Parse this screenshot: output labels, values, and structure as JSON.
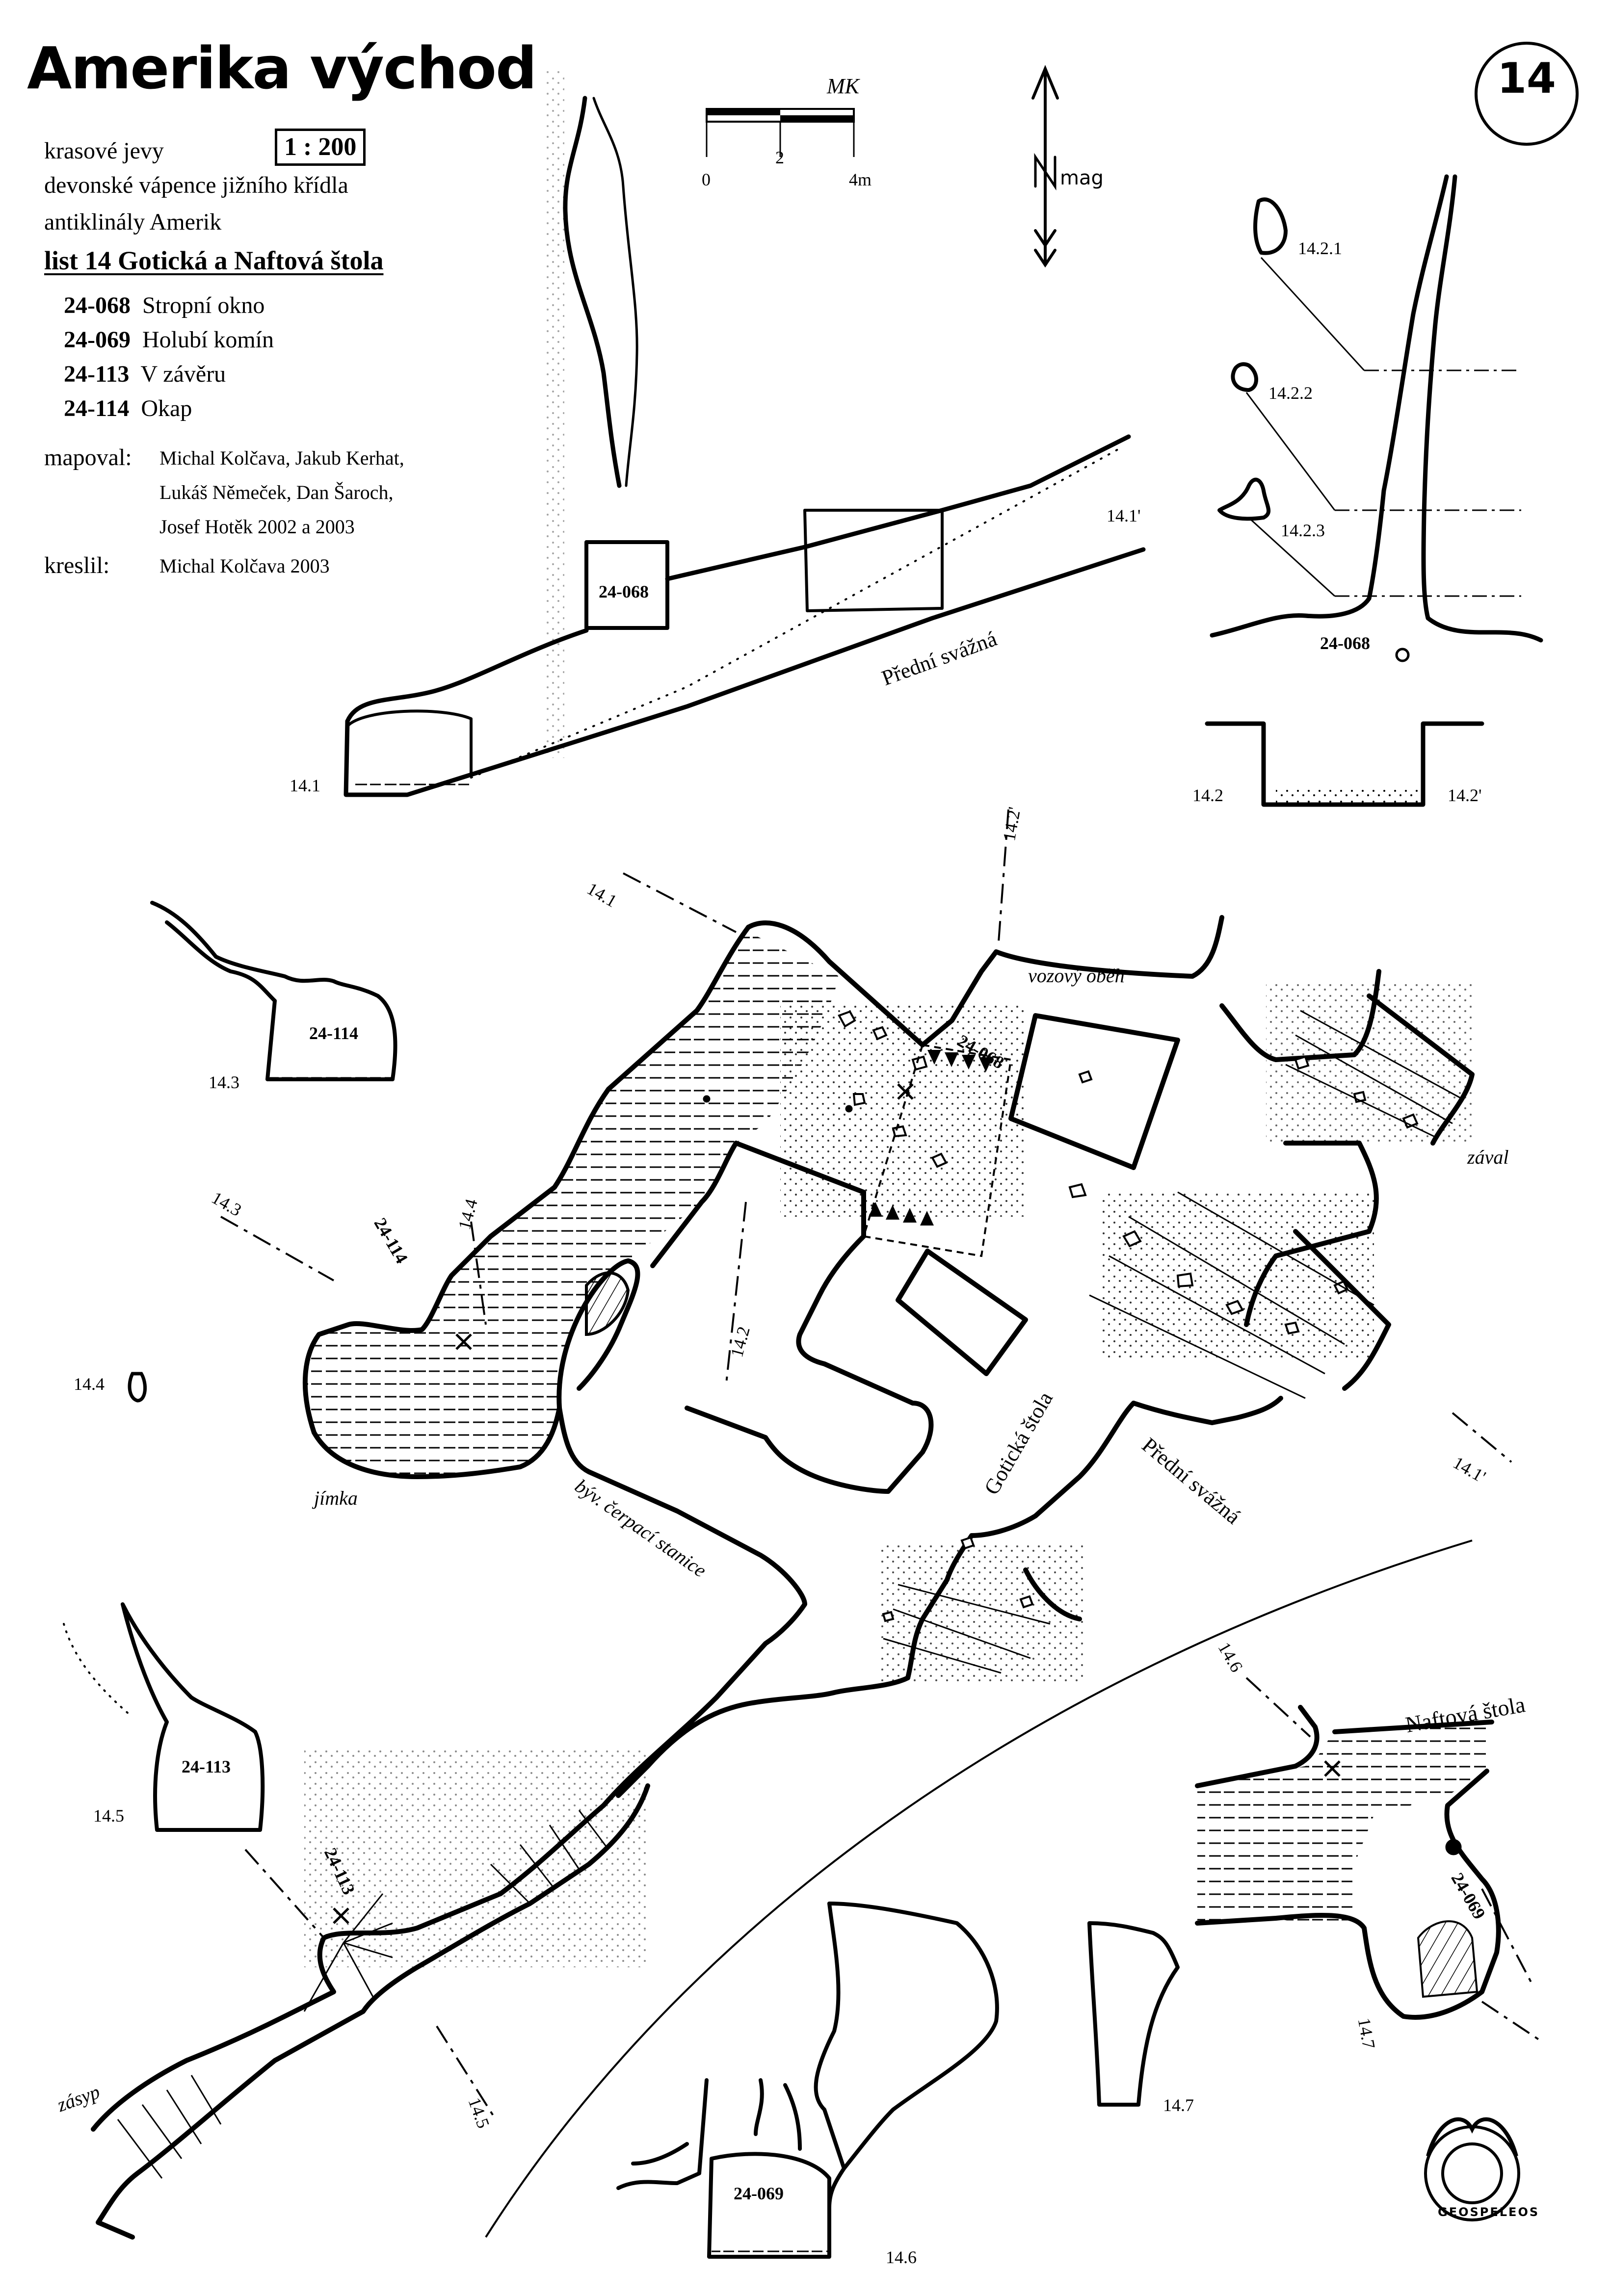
{
  "header": {
    "title": "Amerika východ",
    "sheet_number": "14",
    "description_lines": [
      "krasové jevy",
      "devonské vápence jižního křídla",
      "antiklinály Amerik"
    ],
    "scale": "1 : 200",
    "sheet_heading": "list 14  Gotická a Naftová štola"
  },
  "legend": {
    "entries": [
      {
        "code": "24-068",
        "name": "Stropní okno"
      },
      {
        "code": "24-069",
        "name": "Holubí komín"
      },
      {
        "code": "24-113",
        "name": "V závěru"
      },
      {
        "code": "24-114",
        "name": "Okap"
      }
    ]
  },
  "credits": {
    "mapped_label": "mapoval:",
    "mapped_lines": [
      "Michal Kolčava, Jakub Kerhat,",
      "Lukáš Němeček, Dan Šaroch,",
      "Josef Hotěk 2002 a 2003"
    ],
    "drawn_label": "kreslil:",
    "drawn_by": "Michal Kolčava 2003"
  },
  "scale_bar": {
    "ticks": [
      "0",
      "2",
      "4m"
    ],
    "initials": "MK"
  },
  "north_arrow": {
    "label": "mag"
  },
  "section_labels": {
    "s14_1": "14.1",
    "s14_1p": "14.1'",
    "s14_2": "14.2",
    "s14_2p": "14.2'",
    "s14_2_1": "14.2.1",
    "s14_2_2": "14.2.2",
    "s14_2_3": "14.2.3",
    "s14_3": "14.3",
    "s14_4": "14.4",
    "s14_5": "14.5",
    "s14_6": "14.6",
    "s14_7": "14.7"
  },
  "feature_labels": {
    "f24_068": "24-068",
    "f24_069": "24-069",
    "f24_113": "24-113",
    "f24_114": "24-114"
  },
  "place_names": {
    "predni_svazna": "Přední svážná",
    "goticka_stola": "Gotická štola",
    "naftova_stola": "Naftová štola",
    "vozovy_obeh": "vozový oběh",
    "zaval": "zával",
    "jimka": "jímka",
    "cerpaci_stanice": "býv. čerpací stanice",
    "zasyp": "zásyp"
  },
  "logo": {
    "text": "GEOSPELEOS"
  }
}
